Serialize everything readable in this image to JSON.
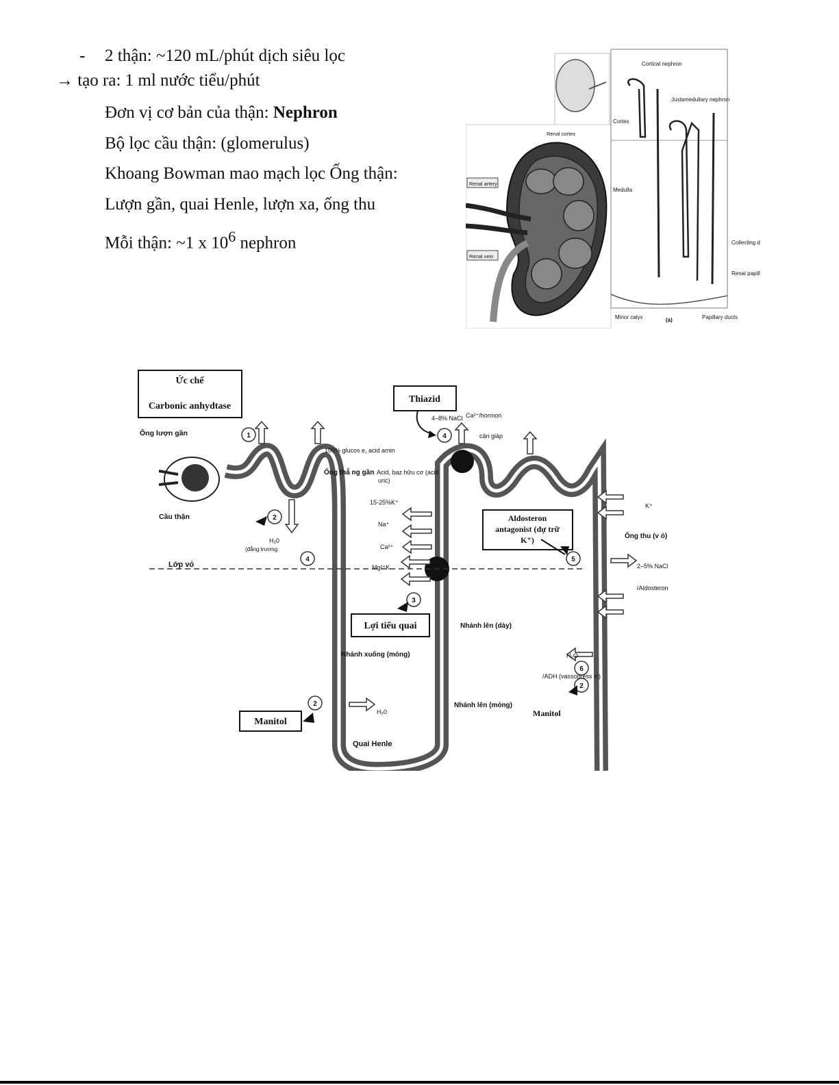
{
  "notes": {
    "bullet_marker": "-",
    "line1": "2 thận: ~120 mL/phút dịch siêu lọc",
    "line2": "→ tạo ra: 1 ml nước tiểu/phút",
    "line3_prefix": "Đơn vị cơ bản của thận: ",
    "line3_bold": "Nephron",
    "line4": "Bộ lọc cầu thận: (glomerulus)",
    "line5": "Khoang Bowman mao mạch lọc Ống thận:",
    "line6": "Lượn gần, quai Henle, lượn xa, ống thu",
    "line7_prefix": "Mỗi thận: ~1 x 10",
    "line7_sup": "6",
    "line7_suffix": " nephron"
  },
  "kidney_figure": {
    "renal_cortex": "Renal cortex",
    "renal_artery": "Renal artery",
    "renal_vein": "Renal vein",
    "cortical_nephron": "Cortical nephron",
    "juxtamedullary_nephron": "Juxtamedullary nephron",
    "cortex": "Cortex",
    "medulla": "Medulla",
    "collecting_duct": "Collecting duct",
    "renal_papilla": "Renal papilla",
    "minor_calyx": "Minor calyx",
    "panel_letter": "(a)",
    "papillary_ducts": "Papillary ducts"
  },
  "nephron_diagram": {
    "box_ca_line1": "Ức chế",
    "box_ca_line2": "Carbonic anhydtase",
    "box_thiazid": "Thiazid",
    "box_aldo_line1": "Aldosteron",
    "box_aldo_line2": "antagonist (dự trữ",
    "box_aldo_line3": "K⁺)",
    "box_loop": "Lợi tiểu quai",
    "box_manitol": "Manitol",
    "label_manitol2": "Manitol",
    "ong_luon_gan": "Ống lượn gần",
    "cau_than": "Cầu thận",
    "lop_vo": "Lớp vỏ",
    "glucose": "100% glucos e, acid amin",
    "ong_tha_ng_gan": "Ống thẳ ng gần",
    "acid_base": "Acid, baz hữu cơ (acid",
    "uric": "uric)",
    "h2o_left": "H₂0",
    "dong_truong": "(đẳng trương",
    "k15": "15-25%K⁺",
    "na": "Na⁺",
    "ca": "Ca²⁺",
    "mg": "Mg²⁺K",
    "nacl_thiazid": "4–8% NaCl",
    "ca_hormon": "Ca²⁺/hormon",
    "can_giap": "cận giáp",
    "k_right": "K⁺",
    "ong_thu": "Ống thu (v ỏ)",
    "nacl_collect": "2–5% NaCl",
    "aldosteron": "/Aldosteron",
    "nhanh_len_day": "Nhánh lên (dày)",
    "nhanh_xuong": "Nhánh xuống (mỏng)",
    "h2o_bottom": "H₂0",
    "nhanh_len_mong": "Nhánh lên (mỏng)",
    "quai_henle": "Quai Henle",
    "h2o_right": "H₂O",
    "adh": "/ADH (vassopress in)",
    "circle_1": "1",
    "circle_2": "2",
    "circle_3": "3",
    "circle_4": "4",
    "circle_5": "5",
    "circle_6": "6"
  }
}
